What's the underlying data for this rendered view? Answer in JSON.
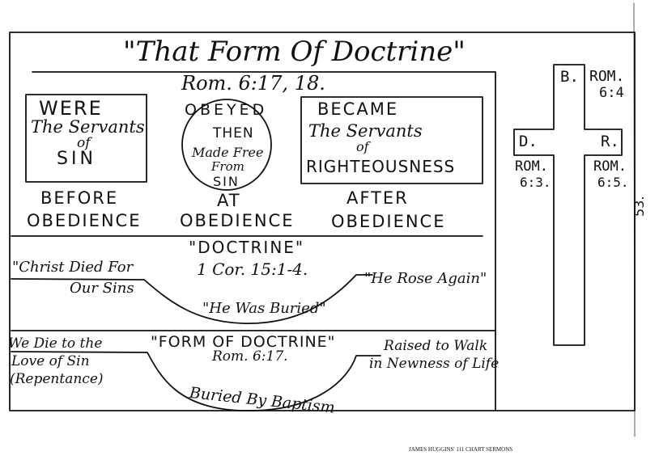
{
  "title": "\"That Form Of Doctrine\"",
  "title_ref": "Rom. 6:17, 18.",
  "page_number": "53.",
  "footer": "JAMES HUGGINS' 111 CHART SERMONS",
  "left_box": {
    "line1": "WERE",
    "line2": "The Servants",
    "line3": "of",
    "line4": "SIN"
  },
  "circle": {
    "word1": "OBEYED",
    "word2": "THEN",
    "line3": "Made Free",
    "line4": "From",
    "line5": "SIN"
  },
  "right_box": {
    "line1": "BECAME",
    "line2": "The Servants",
    "line3": "of",
    "line4": "RIGHTEOUSNESS"
  },
  "stages": [
    {
      "line1": "BEFORE",
      "line2": "OBEDIENCE"
    },
    {
      "line1": "AT",
      "line2": "OBEDIENCE"
    },
    {
      "line1": "AFTER",
      "line2": "OBEDIENCE"
    }
  ],
  "doctrine": {
    "title": "\"DOCTRINE\"",
    "ref": "1 Cor. 15:1-4.",
    "died_line1": "\"Christ Died For",
    "died_line2": "Our Sins",
    "buried": "\"He Was Buried\"",
    "rose": "\"He Rose Again\""
  },
  "form": {
    "title": "\"FORM OF DOCTRINE\"",
    "ref": "Rom. 6:17.",
    "die_line1": "We Die to the",
    "die_line2": "Love of Sin",
    "die_line3": "(Repentance)",
    "buried": "Buried By Baptism",
    "raised_line1": "Raised to Walk",
    "raised_line2": "in Newness of Life"
  },
  "cross": {
    "top_letter": "B.",
    "top_ref1": "ROM.",
    "top_ref2": "6:4",
    "left_letter": "D.",
    "left_ref1": "ROM.",
    "left_ref2": "6:3.",
    "right_letter": "R.",
    "right_ref1": "ROM.",
    "right_ref2": "6:5."
  }
}
